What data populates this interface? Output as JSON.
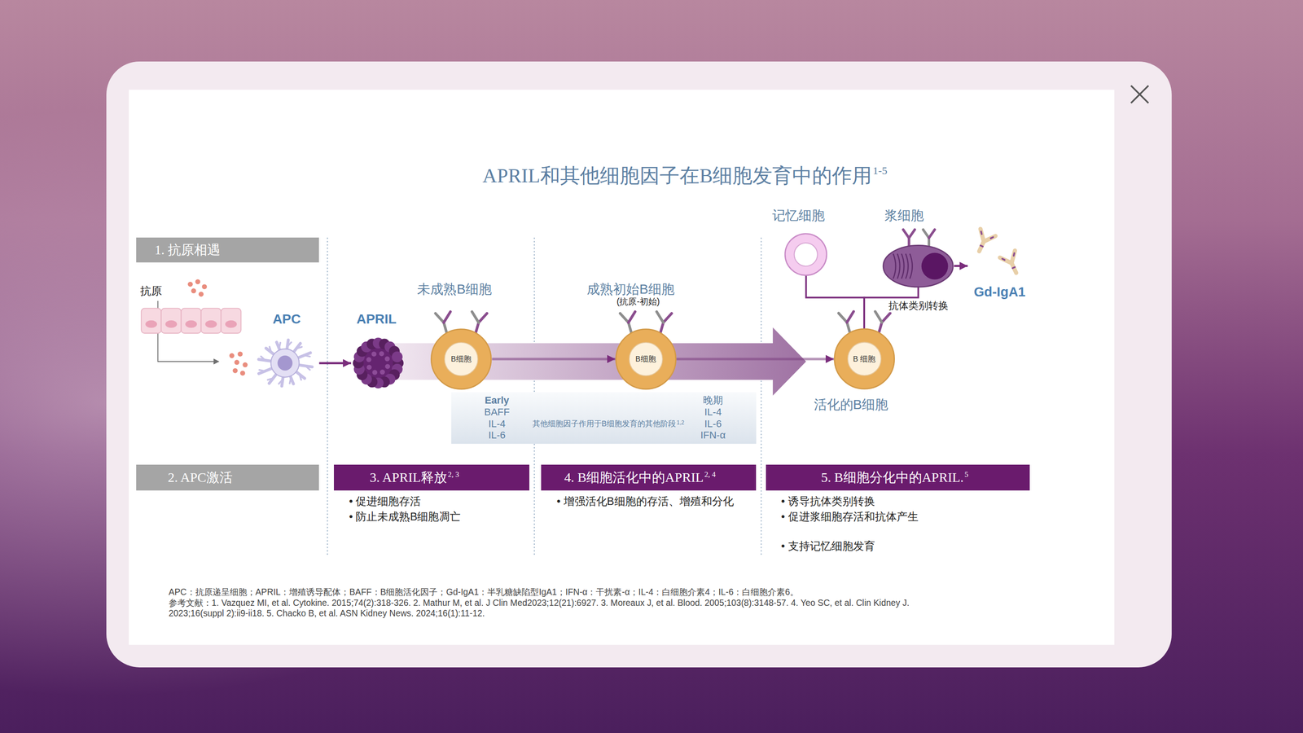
{
  "diagram": {
    "title": "APRIL和其他细胞因子在B细胞发育中的作用",
    "nodes": [
      {
        "text": [
          "1. 抗原相遇"
        ]
      },
      {
        "text": [
          "APC"
        ]
      },
      {
        "text": [
          "APRIL"
        ]
      },
      {
        "text": [
          "未成熟B细胞",
          "B细胞"
        ]
      },
      {
        "text": [
          "成熟初始B细胞",
          "(抗原-初始)",
          "B细胞"
        ]
      },
      {
        "text": [
          "记忆细胞"
        ]
      },
      {
        "text": [
          "浆细胞"
        ]
      },
      {
        "text": [
          "Gd-IgA1"
        ]
      },
      {
        "text": [
          "B 细胞",
          "活化的B细胞"
        ]
      },
      {
        "text": [
          "2. APC激活"
        ]
      },
      {
        "text": [
          "3. APRIL释放",
          "2, 3"
        ]
      },
      {
        "text": [
          "4. B细胞活化中的APRIL",
          "2, 4"
        ]
      },
      {
        "text": [
          "5. B细胞分化中的APRIL.",
          "5"
        ]
      }
    ],
    "edges": [
      {
        "from": 1,
        "to": 2,
        "arrow": "to"
      },
      {
        "from": 3,
        "to": 4,
        "arrow": "to"
      },
      {
        "from": 4,
        "to": 8,
        "arrow": "to"
      },
      {
        "from": 8,
        "to": 5,
        "arrow": "none"
      },
      {
        "from": 8,
        "to": 6,
        "label": "抗体类别转换",
        "arrow": "none"
      },
      {
        "from": 6,
        "to": 7,
        "arrow": "to"
      }
    ],
    "labels": [
      "1-5",
      "抗原",
      "Early",
      "BAFF",
      "IL-4",
      "IL-6",
      "其他细胞因子作用于B细胞发育的其他阶段",
      "1,2",
      "晚期",
      "IL-4",
      "IL-6",
      "IFN-α",
      "• 促进细胞存活",
      "• 防止未成熟B细胞凋亡",
      "• 增强活化B细胞的存活、增殖和分化",
      "• 诱导抗体类别转换",
      "• 促进浆细胞存活和抗体产生",
      "• 支持记忆细胞发育",
      "APC：抗原递呈细胞；APRIL：增殖诱导配体；BAFF：B细胞活化因子；Gd-IgA1：半乳糖缺陷型IgA1；IFN-α：干扰素-α；IL-4：白细胞介素4；IL-6：白细胞介素6。",
      "参考文献：1. Vazquez MI, et al. Cytokine. 2015;74(2):318-326. 2. Mathur M, et al. J Clin Med2023;12(21):6927. 3. Moreaux J, et al. Blood. 2005;103(8):3148-57. 4. Yeo SC, et al. Clin Kidney J. 2023;16(suppl 2):ii9-ii18. 5. Chacko B, et al. ASN Kidney News. 2024;16(1):11-12."
    ]
  }
}
